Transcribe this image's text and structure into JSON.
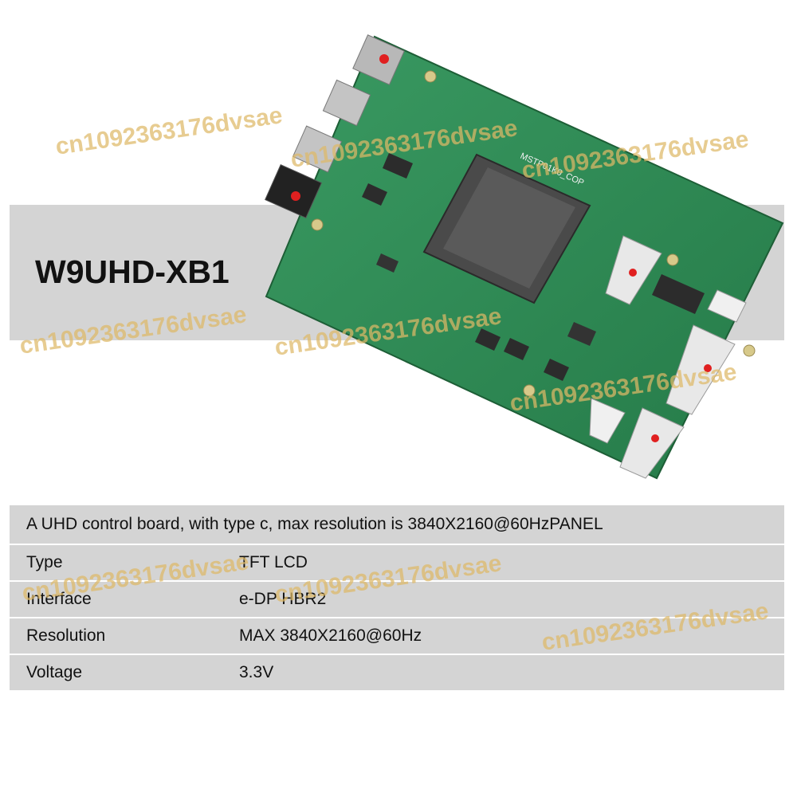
{
  "product": {
    "model": "W9UHD-XB1",
    "board_label": "MSTP01K0_COP"
  },
  "specs": {
    "description": "A UHD control board, with type c, max resolution is 3840X2160@60HzPANEL",
    "rows": [
      {
        "label": "Type",
        "value": "TFT LCD"
      },
      {
        "label": "Interface",
        "value": "e-DP HBR2"
      },
      {
        "label": "Resolution",
        "value": "MAX 3840X2160@60Hz"
      },
      {
        "label": "Voltage",
        "value": "3.3V"
      }
    ]
  },
  "watermark": "cn1092363176dvsae",
  "colors": {
    "band": "#d4d4d4",
    "pcb": "#2f8a56",
    "watermark": "#deb866"
  }
}
